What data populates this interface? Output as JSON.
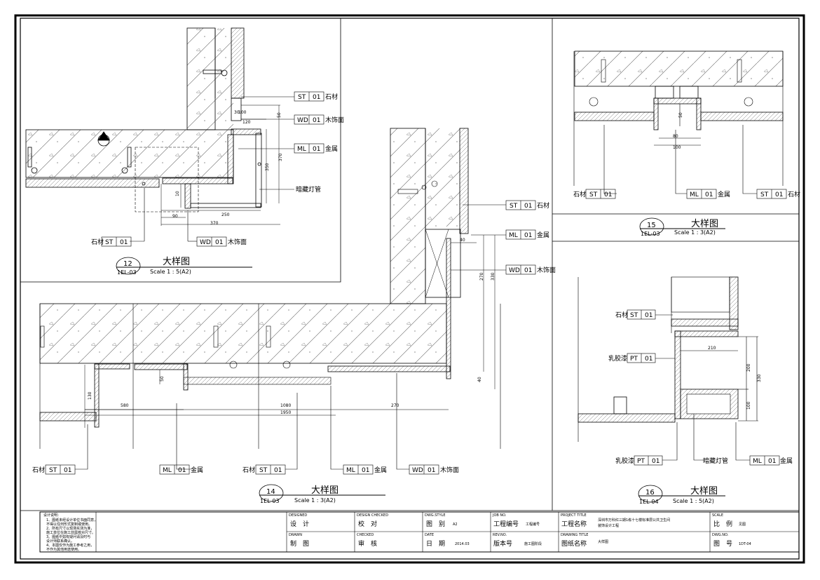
{
  "materials": {
    "stone": "石材",
    "wood": "木饰面",
    "metal": "金属",
    "latex": "乳胶漆",
    "hidden_light": "暗藏灯管"
  },
  "codes": {
    "st": "ST",
    "wd": "WD",
    "ml": "ML",
    "pt": "PT",
    "n01": "01"
  },
  "details": [
    {
      "id": "12",
      "ref": "1EL-03",
      "title": "大样图",
      "scale": "Scale 1 : 5(A2)"
    },
    {
      "id": "15",
      "ref": "1EL-03",
      "title": "大样图",
      "scale": "Scale 1 : 3(A2)"
    },
    {
      "id": "14",
      "ref": "1EL-03",
      "title": "大样图",
      "scale": "Scale 1 : 3(A2)"
    },
    {
      "id": "16",
      "ref": "1EL-04",
      "title": "大样图",
      "scale": "Scale 1 : 5(A2)"
    }
  ],
  "dims": {
    "d12": [
      "30",
      "100",
      "120",
      "50",
      "370",
      "350",
      "10",
      "250",
      "90",
      "370"
    ],
    "d15": [
      "80",
      "100",
      "50"
    ],
    "d14": [
      "130",
      "50",
      "580",
      "1080",
      "1950",
      "270",
      "40",
      "40",
      "270",
      "330"
    ],
    "d16": [
      "210",
      "200",
      "330",
      "100"
    ]
  },
  "title_block": {
    "notes_title": "设计说明：",
    "notes": [
      "1、图纸未经设计单位书面同意，",
      "不得以任何形式复制或使用。",
      "2、所有尺寸以现场实测为准，",
      "施工单位在施工前需核对尺寸。",
      "3、图纸中如有疑问请及时与",
      "设计师联系确认。",
      "4、本图仅作为施工参考之用，",
      "不作为其他用途使用。"
    ],
    "designed_en": "DESIGNED",
    "designed_cn": "设　计",
    "checked_en": "DESIGN CHECKED",
    "checked_cn": "校　对",
    "drawn_en": "DRAWN",
    "drawn_cn": "制　图",
    "approved_en": "CHECKED",
    "approved_cn": "审　核",
    "style_en": "DWG.STYLE",
    "style_cn": "图　别",
    "style_val": "A2",
    "date_en": "DATE",
    "date_cn": "日　期",
    "date_val": "2014.03",
    "job_en": "JOB NO.",
    "job_cn": "工程编号",
    "job_val": "工程编号",
    "rev_en": "REV.NO.",
    "rev_cn": "版本号",
    "rev_val": "施工图阶段",
    "project_en": "PROJECT TITLE",
    "project_cn": "工程名称",
    "project_val1": "深圳市万科红三期1栋十七楼标准层公共卫生间",
    "project_val2": "装饰设计工程",
    "drawing_en": "DRAWING TITLE",
    "drawing_cn": "图纸名称",
    "drawing_val": "大样图",
    "scale_en": "SCALE",
    "scale_cn": "比　例",
    "scale_val": "见图",
    "dwgno_en": "DWG.NO.",
    "dwgno_cn": "图　号",
    "dwgno_val": "1DT-04"
  }
}
